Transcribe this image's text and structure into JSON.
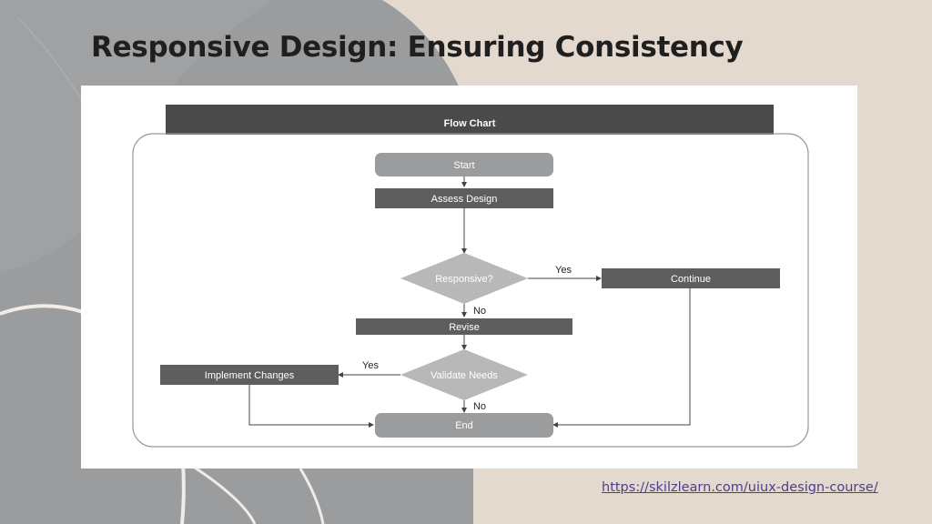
{
  "slide": {
    "title": "Responsive Design: Ensuring Consistency",
    "link": "https://skilzlearn.com/uiux-design-course/"
  },
  "flowchart": {
    "header": "Flow Chart",
    "nodes": {
      "start": "Start",
      "assess": "Assess Design",
      "responsive": "Responsive?",
      "continue": "Continue",
      "revise": "Revise",
      "validate": "Validate Needs",
      "implement": "Implement Changes",
      "end": "End"
    },
    "edges": {
      "responsive_yes": "Yes",
      "responsive_no": "No",
      "validate_yes": "Yes",
      "validate_no": "No"
    }
  },
  "colors": {
    "background": "#e4d9cf",
    "shape_gray": "#9a9c9e",
    "dark_box": "#5e5e5e",
    "diamond": "#b8b8b8",
    "header_bar": "#4a4a4a"
  }
}
